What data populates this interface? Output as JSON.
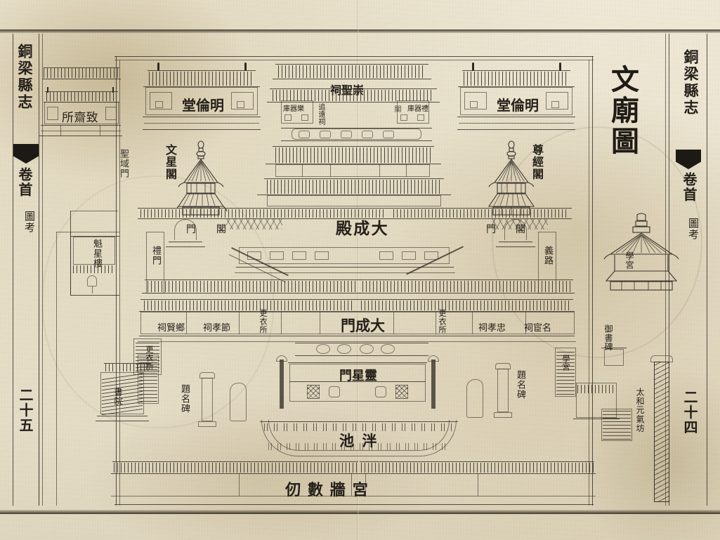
{
  "document": {
    "book_title": "銅梁縣志",
    "volume": "卷首",
    "section": "圖考",
    "plate_title": "文廟圖",
    "page_left": "二十五",
    "page_right": "二十四"
  },
  "margins": {
    "left": {
      "book_title": "銅梁縣志",
      "volume": "卷首",
      "section": "圖考",
      "page_number": "二十五"
    },
    "right": {
      "book_title": "銅梁縣志",
      "volume": "卷首",
      "section": "圖考",
      "page_number": "二十四"
    }
  },
  "plate": {
    "title": "文廟圖",
    "labels": {
      "zhizhaisuo": "致齋所",
      "shengyu_gate": "聖域門",
      "minglun_hall_left": "明倫堂",
      "minglun_hall_right": "明倫堂",
      "wenxing_pavilion": "文星閣",
      "zunjing_pavilion": "尊經閣",
      "chongsheng_shrine": "崇聖祠",
      "yueqi_store": "樂器庫",
      "liqi_store": "禮器庫",
      "zhuiyuan_shrine": "追遠祠",
      "dacheng_hall": "大成殿",
      "dacheng_gate": "大成門",
      "li_gate": "禮門",
      "yi_road": "義路",
      "xiangxian_shrine": "鄉賢祠",
      "jiexiao_shrine": "節孝祠",
      "zhongxiao_shrine": "忠孝祠",
      "minghuan_shrine": "名宦祠",
      "gengyi_room_left": "更衣所",
      "gengyi_room_right": "更衣所",
      "lingxing_gate": "靈星門",
      "pan_pond": "泮池",
      "palace_wall": "宮牆數仞",
      "stele_left": "題名碑",
      "stele_right": "題名碑",
      "kuixing_pavilion": "魁星樓",
      "gate_small_left": "門",
      "gate_small_right": "門",
      "pavilion_left": "閣",
      "pavilion_right": "閣",
      "xuegong_pavilion": "學宮",
      "shuyuan_left": "書院",
      "taiyi_gate": "太和元氣坊",
      "yushu_stele": "御書碑"
    }
  },
  "colors": {
    "paper": "#eae3cf",
    "ink": "#2f2b24",
    "ink_light": "#3a352c",
    "band": "#1d1a15"
  }
}
